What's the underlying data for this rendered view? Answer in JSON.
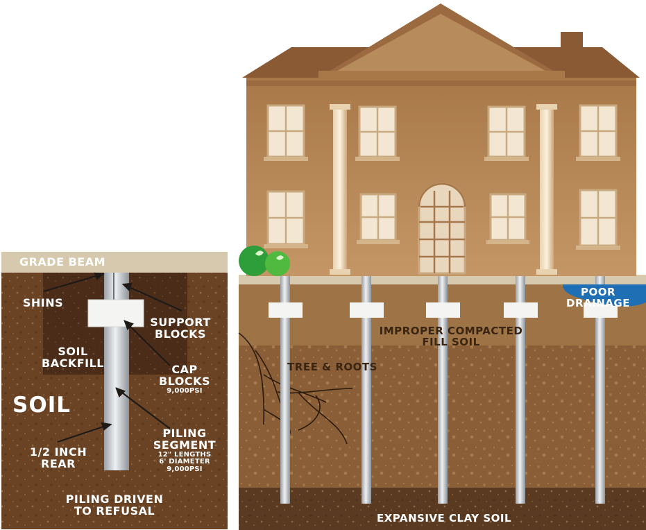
{
  "detail_labels": {
    "grade_beam": "GRADE BEAM",
    "shins": "SHINS",
    "support_blocks": [
      "SUPPORT",
      "BLOCKS"
    ],
    "soil_backfill": [
      "SOIL",
      "BACKFILL"
    ],
    "cap_blocks": [
      "CAP",
      "BLOCKS"
    ],
    "cap_blocks_spec": "9,000PSI",
    "soil": "SOIL",
    "piling_segment": [
      "PILING",
      "SEGMENT"
    ],
    "piling_spec": [
      "12\" LENGTHS",
      "6' DIAMETER",
      "9,000PSI"
    ],
    "rear": [
      "1/2 INCH",
      "REAR"
    ],
    "driven": [
      "PILING DRIVEN",
      "TO REFUSAL"
    ]
  },
  "house_labels": {
    "poor_drainage": [
      "POOR",
      "DRAINAGE"
    ],
    "fill_soil": [
      "IMPROPER COMPACTED",
      "FILL SOIL"
    ],
    "tree_roots": "TREE & ROOTS",
    "clay": "EXPANSIVE CLAY SOIL"
  },
  "colors": {
    "soil_dark": "#6a4324",
    "soil_backfill": "#4a2c18",
    "grade_beam": "#d6c9ae",
    "fill_soil": "#9e7447",
    "mid_soil": "#8a5e36",
    "clay": "#5a3a20",
    "house_wall": "#b98c5c",
    "roof": "#8a5a35",
    "pipe": "#c9cdd2",
    "water": "#1f6fb5"
  }
}
